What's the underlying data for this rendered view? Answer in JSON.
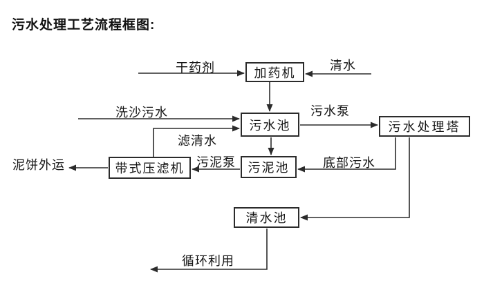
{
  "title": "污水处理工艺流程框图:",
  "nodes": {
    "dosing_machine": {
      "label": "加药机"
    },
    "sewage_pool": {
      "label": "污水池"
    },
    "treatment_tower": {
      "label": "污水处理塔"
    },
    "belt_filter_press": {
      "label": "带式压滤机"
    },
    "sludge_pool": {
      "label": "污泥池"
    },
    "clear_water_pool": {
      "label": "清水池"
    }
  },
  "flow_labels": {
    "dry_chemical": "干药剂",
    "clear_water": "清水",
    "sand_washing_sewage": "洗沙污水",
    "filtered_clear_water": "滤清水",
    "sewage_pump": "污水泵",
    "sludge_pump": "污泥泵",
    "mud_cake_out": "泥饼外运",
    "bottom_sewage": "底部污水",
    "recycle_use": "循环利用"
  },
  "colors": {
    "background": "#ffffff",
    "line": "#2b2b2b",
    "text": "#151515",
    "box_border": "#2b2b2b"
  }
}
